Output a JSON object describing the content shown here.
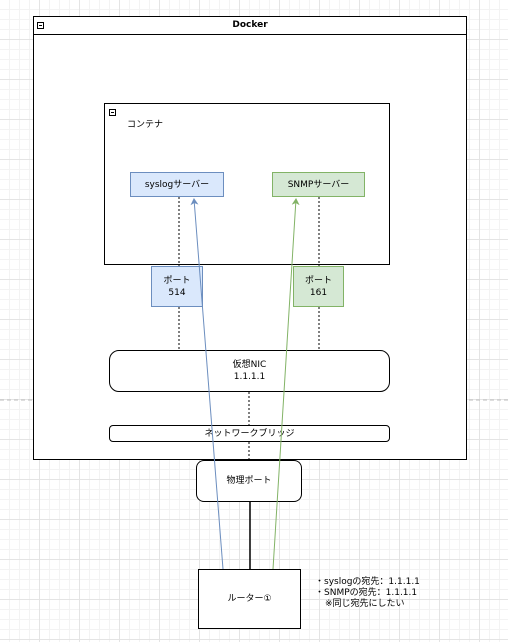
{
  "docker": {
    "title": "Docker"
  },
  "container": {
    "title": "コンテナ"
  },
  "syslog_server": {
    "label": "syslogサーバー"
  },
  "snmp_server": {
    "label": "SNMPサーバー"
  },
  "port_syslog": {
    "line1": "ポート",
    "line2": "514"
  },
  "port_snmp": {
    "line1": "ポート",
    "line2": "161"
  },
  "virtual_nic": {
    "line1": "仮想NIC",
    "line2": "1.1.1.1"
  },
  "bridge": {
    "label": "ネットワークブリッジ"
  },
  "physical_port": {
    "label": "物理ポート"
  },
  "router": {
    "label": "ルーター①"
  },
  "note": {
    "line1": "・syslogの宛先：1.1.1.1",
    "line2": "・SNMPの宛先：1.1.1.1",
    "line3": "※同じ宛先にしたい"
  },
  "colors": {
    "blue_fill": "#dae8fc",
    "blue_stroke": "#6c8ebf",
    "green_fill": "#d5e8d4",
    "green_stroke": "#82b366"
  }
}
